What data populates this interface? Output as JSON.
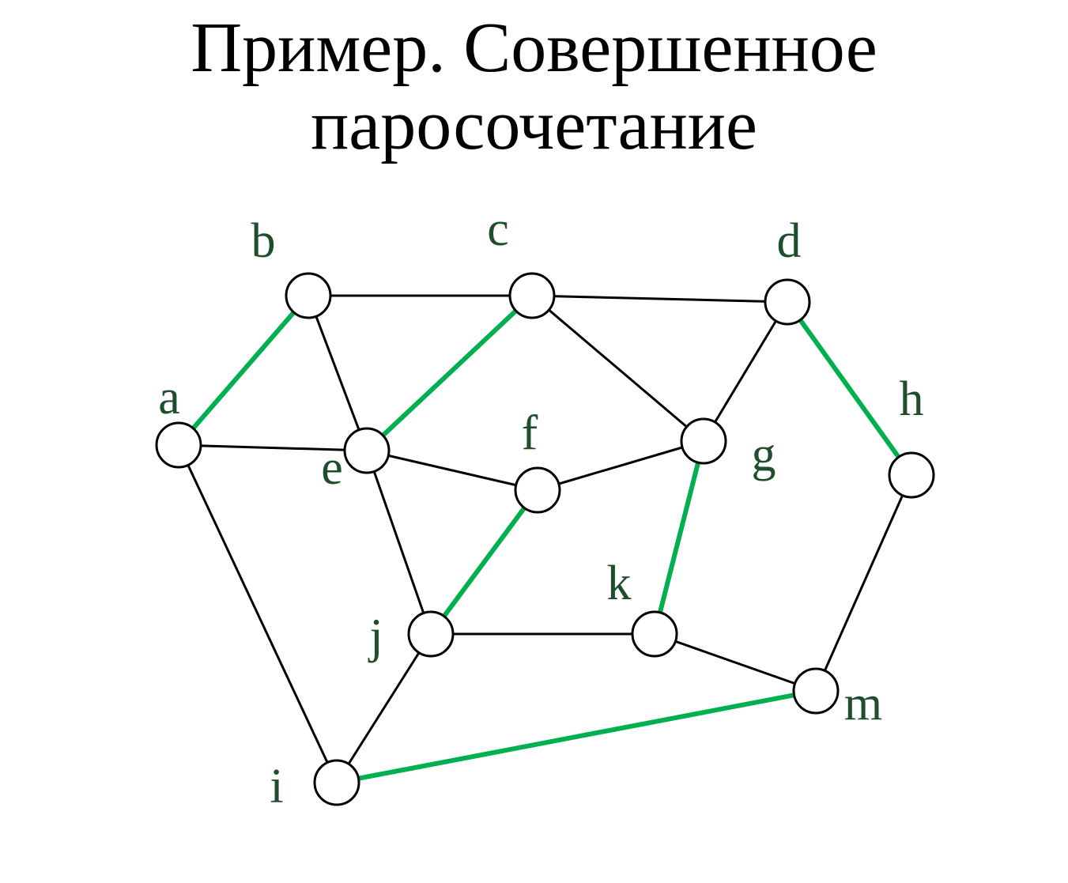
{
  "title": {
    "line1": "Пример. Совершенное",
    "line2": "паросочетание"
  },
  "colors": {
    "edge": "#000000",
    "matching_edge": "#00b050",
    "node_fill": "#ffffff",
    "node_stroke": "#000000",
    "label": "#1f4e2c"
  },
  "graph": {
    "nodes": [
      {
        "id": "a",
        "label": "a"
      },
      {
        "id": "b",
        "label": "b"
      },
      {
        "id": "c",
        "label": "c"
      },
      {
        "id": "d",
        "label": "d"
      },
      {
        "id": "e",
        "label": "e"
      },
      {
        "id": "f",
        "label": "f"
      },
      {
        "id": "g",
        "label": "g"
      },
      {
        "id": "h",
        "label": "h"
      },
      {
        "id": "i",
        "label": "i"
      },
      {
        "id": "j",
        "label": "j"
      },
      {
        "id": "k",
        "label": "k"
      },
      {
        "id": "m",
        "label": "m"
      }
    ],
    "edges": [
      {
        "from": "b",
        "to": "c",
        "matching": false
      },
      {
        "from": "c",
        "to": "d",
        "matching": false
      },
      {
        "from": "a",
        "to": "b",
        "matching": true
      },
      {
        "from": "b",
        "to": "e",
        "matching": false
      },
      {
        "from": "c",
        "to": "e",
        "matching": true
      },
      {
        "from": "c",
        "to": "g",
        "matching": false
      },
      {
        "from": "d",
        "to": "g",
        "matching": false
      },
      {
        "from": "d",
        "to": "h",
        "matching": true
      },
      {
        "from": "a",
        "to": "e",
        "matching": false
      },
      {
        "from": "a",
        "to": "i",
        "matching": false
      },
      {
        "from": "e",
        "to": "f",
        "matching": false
      },
      {
        "from": "f",
        "to": "g",
        "matching": false
      },
      {
        "from": "e",
        "to": "j",
        "matching": false
      },
      {
        "from": "f",
        "to": "j",
        "matching": true
      },
      {
        "from": "g",
        "to": "k",
        "matching": true
      },
      {
        "from": "h",
        "to": "m",
        "matching": false
      },
      {
        "from": "j",
        "to": "k",
        "matching": false
      },
      {
        "from": "k",
        "to": "m",
        "matching": false
      },
      {
        "from": "j",
        "to": "i",
        "matching": false
      },
      {
        "from": "i",
        "to": "m",
        "matching": true
      }
    ]
  }
}
